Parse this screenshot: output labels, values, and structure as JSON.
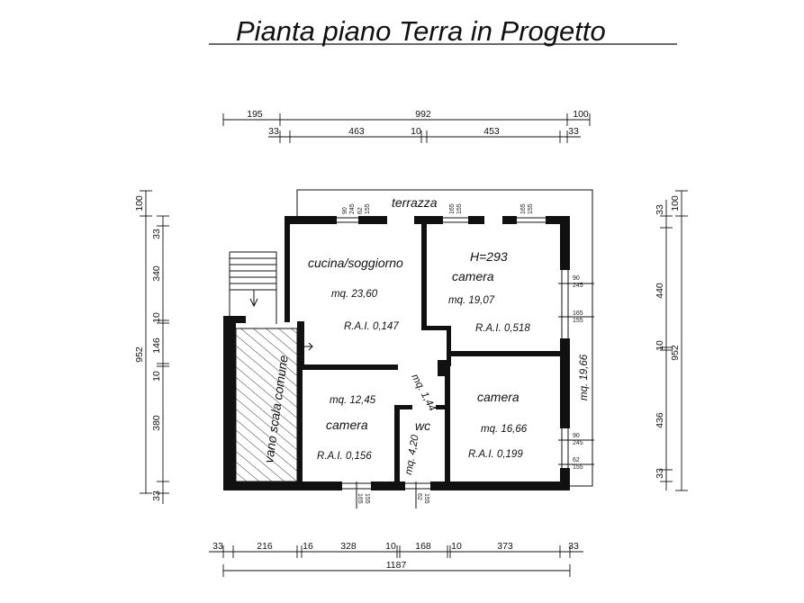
{
  "title": "Pianta piano Terra in Progetto",
  "dimensions": {
    "top_row1": [
      "195",
      "992",
      "100"
    ],
    "top_row2": [
      "33",
      "463",
      "10",
      "453",
      "33"
    ],
    "bottom_row1": [
      "33",
      "216",
      "16",
      "328",
      "10",
      "168",
      "10",
      "373",
      "33"
    ],
    "bottom_total": "1187",
    "left_outer": [
      "100",
      "952"
    ],
    "left_inner": [
      "33",
      "340",
      "10",
      "146",
      "10",
      "380",
      "33"
    ],
    "right_inner": [
      "33",
      "440",
      "10",
      "436",
      "33"
    ],
    "right_outer": [
      "100",
      "952"
    ]
  },
  "openings": {
    "o1": [
      "90",
      "245"
    ],
    "o2": [
      "62",
      "155"
    ],
    "o3": [
      "165",
      "155"
    ],
    "o4": [
      "165",
      "155"
    ],
    "o5": [
      "90",
      "245"
    ],
    "o6": [
      "165",
      "155"
    ],
    "o7": [
      "90",
      "245"
    ],
    "o8": [
      "62",
      "155"
    ],
    "o9": [
      "165",
      "155"
    ],
    "o10": [
      "62",
      "155"
    ]
  },
  "labels": {
    "terrace": "terrazza",
    "height": "H=293",
    "stair": "vano scala comune"
  },
  "rooms": {
    "kitchen": {
      "name": "cucina/soggiorno",
      "area": "mq. 23,60",
      "rai": "R.A.I. 0,147"
    },
    "bedroom_ne": {
      "name": "camera",
      "area": "mq. 19,07",
      "rai": "R.A.I. 0,518"
    },
    "bedroom_sw": {
      "name": "camera",
      "area": "mq. 12,45",
      "rai": "R.A.I. 0,156"
    },
    "corridor": {
      "area": "mq. 1,44"
    },
    "wc": {
      "name": "wc",
      "area": "mq. 4,20"
    },
    "bedroom_se": {
      "name": "camera",
      "area": "mq. 16,66",
      "rai": "R.A.I. 0,199"
    },
    "hall": {
      "area": "mq. 19,66"
    }
  }
}
